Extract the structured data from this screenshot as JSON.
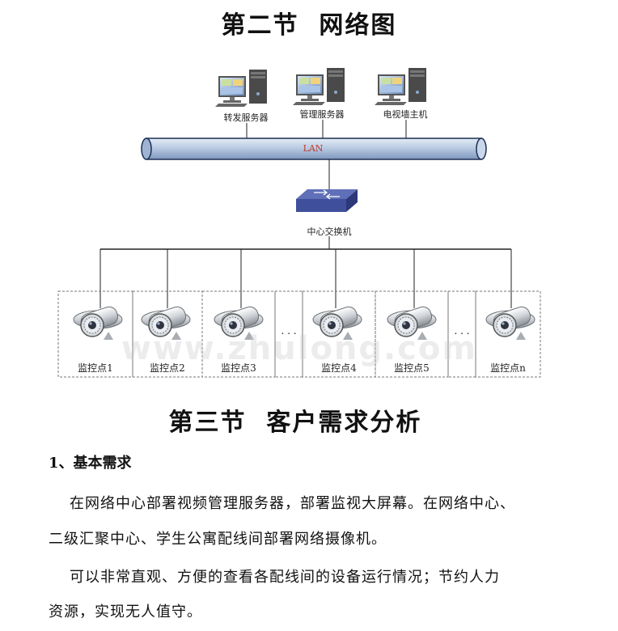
{
  "section2_title": "第二节  网络图",
  "diagram": {
    "servers": [
      {
        "label": "转发服务器"
      },
      {
        "label": "管理服务器"
      },
      {
        "label": "电视墙主机"
      }
    ],
    "lan_label": "LAN",
    "switch_label": "中心交换机",
    "cameras": [
      {
        "label": "监控点1"
      },
      {
        "label": "监控点2"
      },
      {
        "label": "监控点3"
      },
      {
        "label": "监控点4"
      },
      {
        "label": "监控点5"
      },
      {
        "label": "监控点n"
      }
    ],
    "ellipsis": ". . .",
    "watermark": "www.zhulong.com"
  },
  "section3_title": "第三节  客户需求分析",
  "subheading": "1、基本需求",
  "paragraphs": [
    "在网络中心部署视频管理服务器，部署监视大屏幕。在网络中心、",
    "二级汇聚中心、学生公寓配线间部署网络摄像机。",
    "可以非常直观、方便的查看各配线间的设备运行情况；节约人力",
    "资源，实现无人值守。"
  ],
  "colors": {
    "lan_pipe": "#b9cbe3",
    "switch": "#3f4f9b",
    "dashed_box": "#777777",
    "text": "#111111"
  }
}
